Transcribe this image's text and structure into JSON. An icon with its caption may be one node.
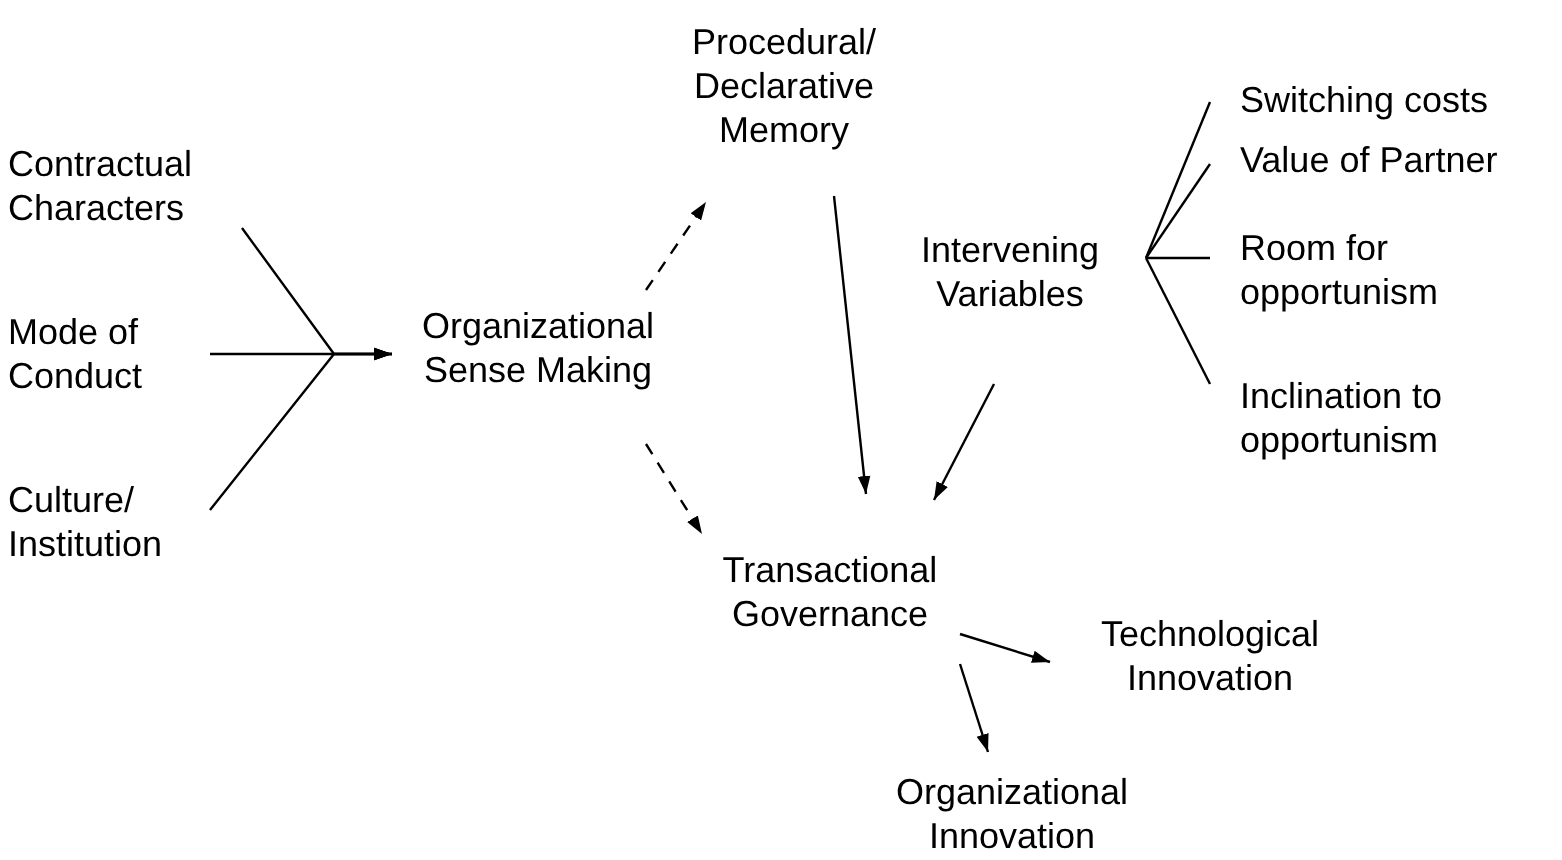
{
  "diagram": {
    "nodes": [
      {
        "text": [
          "Contractual Characters"
        ]
      },
      {
        "text": [
          "Mode of Conduct"
        ]
      },
      {
        "text": [
          "Culture/ Institution"
        ]
      },
      {
        "text": [
          "Organizational Sense Making"
        ]
      },
      {
        "text": [
          "Procedural/ Declarative Memory"
        ]
      },
      {
        "text": [
          "Intervening Variables"
        ]
      },
      {
        "text": [
          "Switching costs"
        ]
      },
      {
        "text": [
          "Value of Partner"
        ]
      },
      {
        "text": [
          "Room for opportunism"
        ]
      },
      {
        "text": [
          "Inclination to opportunism"
        ]
      },
      {
        "text": [
          "Transactional Governance"
        ]
      },
      {
        "text": [
          "Technological Innovation"
        ]
      },
      {
        "text": [
          "Organizational Innovation"
        ]
      }
    ],
    "edges": [
      {
        "from": 0,
        "to": 3,
        "arrow": "to"
      },
      {
        "from": 1,
        "to": 3,
        "arrow": "to"
      },
      {
        "from": 2,
        "to": 3,
        "arrow": "to"
      },
      {
        "from": 3,
        "to": 4,
        "arrow": "to",
        "style": "dashed"
      },
      {
        "from": 3,
        "to": 10,
        "arrow": "to",
        "style": "dashed"
      },
      {
        "from": 4,
        "to": 10,
        "arrow": "to"
      },
      {
        "from": 5,
        "to": 10,
        "arrow": "to"
      },
      {
        "from": 5,
        "to": 6,
        "arrow": "none"
      },
      {
        "from": 5,
        "to": 7,
        "arrow": "none"
      },
      {
        "from": 5,
        "to": 8,
        "arrow": "none"
      },
      {
        "from": 5,
        "to": 9,
        "arrow": "none"
      },
      {
        "from": 10,
        "to": 11,
        "arrow": "to"
      },
      {
        "from": 10,
        "to": 12,
        "arrow": "to"
      }
    ]
  }
}
